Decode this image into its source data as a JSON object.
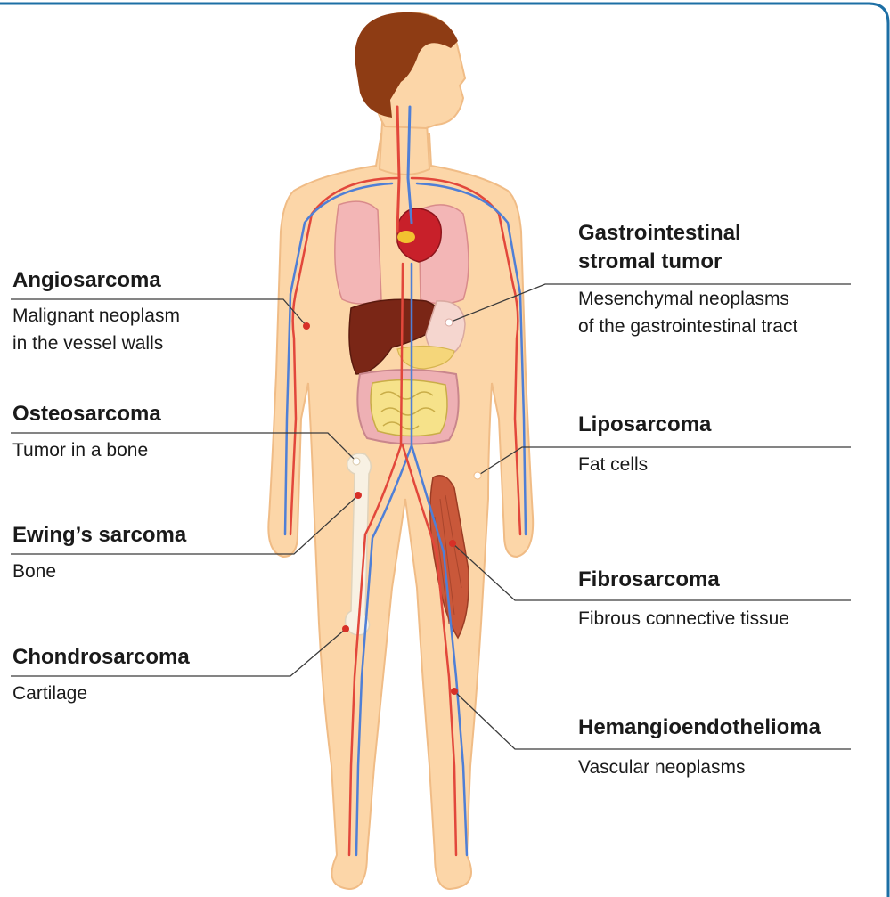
{
  "colors": {
    "skin": "#fcd6a8",
    "skin_outline": "#f0bc86",
    "hair": "#8e3c14",
    "artery": "#e2473b",
    "vein": "#4f7fd6",
    "leader_line": "#3b3b3b",
    "frame_border": "#1d6fa5"
  },
  "labels_left": [
    {
      "title": "Angiosarcoma",
      "desc": [
        "Malignant neoplasm",
        "in the vessel walls"
      ]
    },
    {
      "title": "Osteosarcoma",
      "desc": [
        "Tumor in a bone"
      ]
    },
    {
      "title": "Ewing’s sarcoma",
      "desc": [
        "Bone"
      ]
    },
    {
      "title": "Chondrosarcoma",
      "desc": [
        "Cartilage"
      ]
    }
  ],
  "labels_right": [
    {
      "title": [
        "Gastrointestinal",
        "stromal tumor"
      ],
      "desc": [
        "Mesenchymal neoplasms",
        "of the gastrointestinal tract"
      ]
    },
    {
      "title": "Liposarcoma",
      "desc": [
        "Fat cells"
      ]
    },
    {
      "title": "Fibrosarcoma",
      "desc": [
        "Fibrous connective tissue"
      ]
    },
    {
      "title": "Hemangioendothelioma",
      "desc": [
        "Vascular neoplasms"
      ]
    }
  ]
}
